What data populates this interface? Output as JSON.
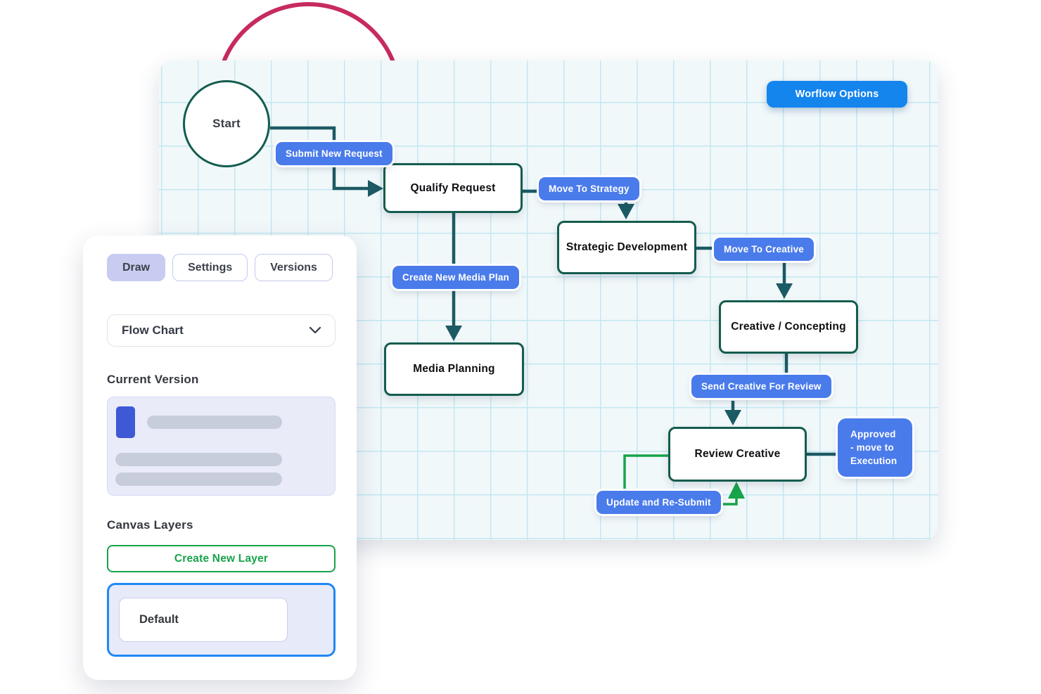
{
  "sidebar": {
    "tabs": [
      {
        "label": "Draw",
        "active": true
      },
      {
        "label": "Settings",
        "active": false
      },
      {
        "label": "Versions",
        "active": false
      }
    ],
    "diagram_type": {
      "value": "Flow Chart"
    },
    "current_version": {
      "heading": "Current Version"
    },
    "canvas_layers": {
      "heading": "Canvas Layers",
      "create_button_label": "Create New Layer",
      "layers": [
        {
          "name": "Default",
          "selected": true
        }
      ]
    }
  },
  "canvas": {
    "options_button_label": "Worflow Options",
    "nodes": [
      {
        "id": "start",
        "shape": "circle",
        "label": "Start"
      },
      {
        "id": "qualify-request",
        "shape": "rect",
        "label": "Qualify Request"
      },
      {
        "id": "strategic-development",
        "shape": "rect",
        "label": "Strategic Development"
      },
      {
        "id": "creative-concepting",
        "shape": "rect",
        "label": "Creative / Concepting"
      },
      {
        "id": "review-creative",
        "shape": "rect",
        "label": "Review Creative"
      },
      {
        "id": "media-planning",
        "shape": "rect",
        "label": "Media Planning"
      }
    ],
    "edge_labels": [
      {
        "id": "submit-new-request",
        "label": "Submit New Request"
      },
      {
        "id": "move-to-strategy",
        "label": "Move To Strategy"
      },
      {
        "id": "move-to-creative",
        "label": "Move To Creative"
      },
      {
        "id": "send-creative-for-review",
        "label": "Send Creative For Review"
      },
      {
        "id": "approved-move-to-execution",
        "label": "Approved - move to Execution"
      },
      {
        "id": "update-and-resubmit",
        "label": "Update and Re-Submit"
      },
      {
        "id": "create-new-media-plan",
        "label": "Create New Media Plan"
      }
    ]
  },
  "colors": {
    "edge_label_blue": "#4A7BEB",
    "options_button_blue": "#1585EE",
    "node_border_teal": "#145C4E",
    "connector_teal": "#1C5A64",
    "loop_green": "#17A44A",
    "accent_pink": "#C72B5E",
    "active_tab_lavender": "#C8CCF0",
    "selected_layer_blue": "#1E88F5",
    "grid_line": "#C3E7F1",
    "canvas_bg": "#F1F8FA"
  }
}
